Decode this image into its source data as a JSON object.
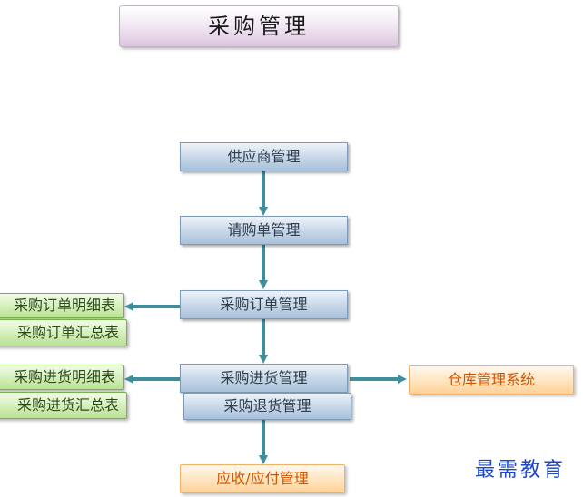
{
  "title": "采购管理",
  "nodes": {
    "supplier": "供应商管理",
    "requisition": "请购单管理",
    "purchase_order": "采购订单管理",
    "purchase_receipt": "采购进货管理",
    "purchase_return": "采购退货管理",
    "receivable_payable": "应收/应付管理",
    "order_detail_report": "采购订单明细表",
    "order_summary_report": "采购订单汇总表",
    "receipt_detail_report": "采购进货明细表",
    "receipt_summary_report": "采购进货汇总表",
    "warehouse_system": "仓库管理系统"
  },
  "watermark": "最需教育",
  "colors": {
    "process_fill": "#c9d8e9",
    "report_fill": "#d6f0bd",
    "external_fill": "#ffe6c2",
    "external_text": "#d35400",
    "arrow": "#3f8e9c",
    "watermark": "#1e46c8"
  }
}
